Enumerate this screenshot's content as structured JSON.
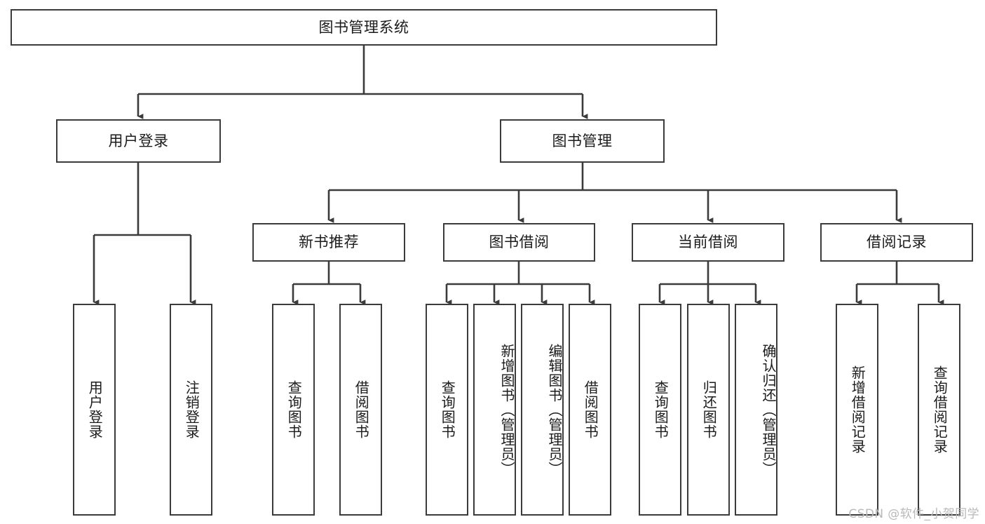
{
  "diagram": {
    "title": "图书管理系统",
    "watermark": "CSDN @软件_小贺同学",
    "line_color": "#3b3b3b",
    "text_color": "#1b1b1b",
    "background": "#ffffff",
    "nodes": {
      "root": {
        "label": "图书管理系统"
      },
      "level2": [
        {
          "label": "用户登录"
        },
        {
          "label": "图书管理"
        }
      ],
      "level3": [
        {
          "label": "新书推荐"
        },
        {
          "label": "图书借阅"
        },
        {
          "label": "当前借阅"
        },
        {
          "label": "借阅记录"
        }
      ],
      "leaves": {
        "user_login": [
          {
            "label": "用户登录"
          },
          {
            "label": "注销登录"
          }
        ],
        "new_book_recommend": [
          {
            "label": "查询图书"
          },
          {
            "label": "借阅图书"
          }
        ],
        "book_borrow": [
          {
            "label": "查询图书"
          },
          {
            "label": "新增图书（管理员）"
          },
          {
            "label": "编辑图书（管理员）"
          },
          {
            "label": "借阅图书"
          }
        ],
        "current_borrow": [
          {
            "label": "查询图书"
          },
          {
            "label": "归还图书"
          },
          {
            "label": "确认归还（管理员）"
          }
        ],
        "borrow_record": [
          {
            "label": "新增借阅记录"
          },
          {
            "label": "查询借阅记录"
          }
        ]
      }
    }
  }
}
